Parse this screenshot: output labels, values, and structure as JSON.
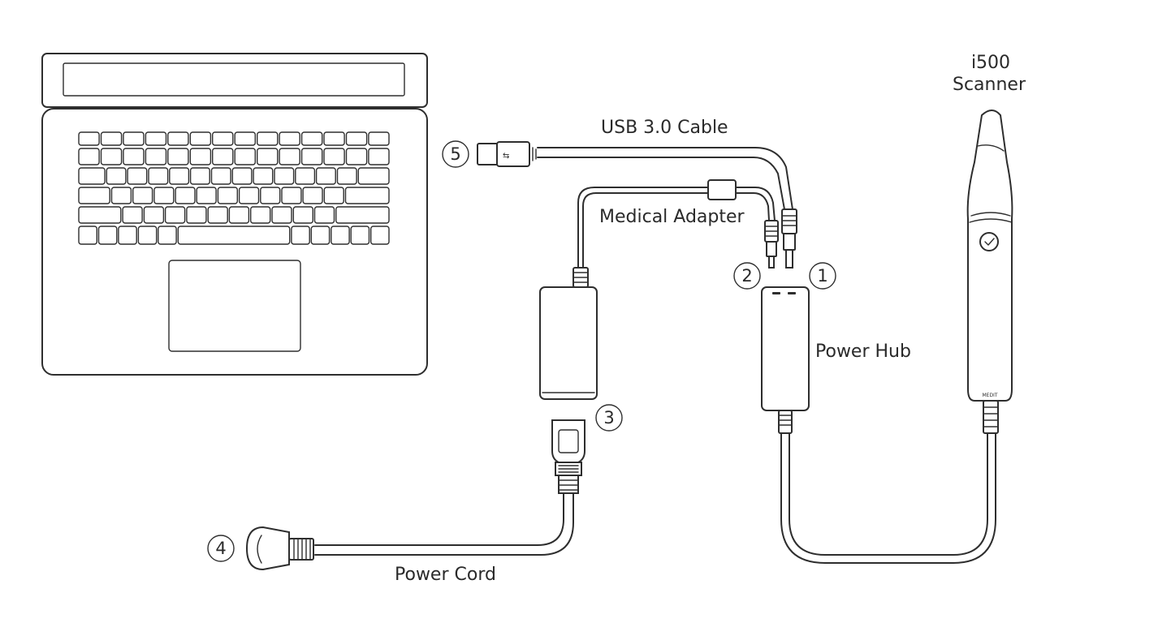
{
  "labels": {
    "scanner_line1": "i500",
    "scanner_line2": "Scanner",
    "usb_cable": "USB 3.0  Cable",
    "medical_adapter": "Medical Adapter",
    "power_hub": "Power Hub",
    "power_cord": "Power Cord",
    "scanner_brand": "MEDIT"
  },
  "markers": {
    "m1": "1",
    "m2": "2",
    "m3": "3",
    "m4": "4",
    "m5": "5"
  }
}
